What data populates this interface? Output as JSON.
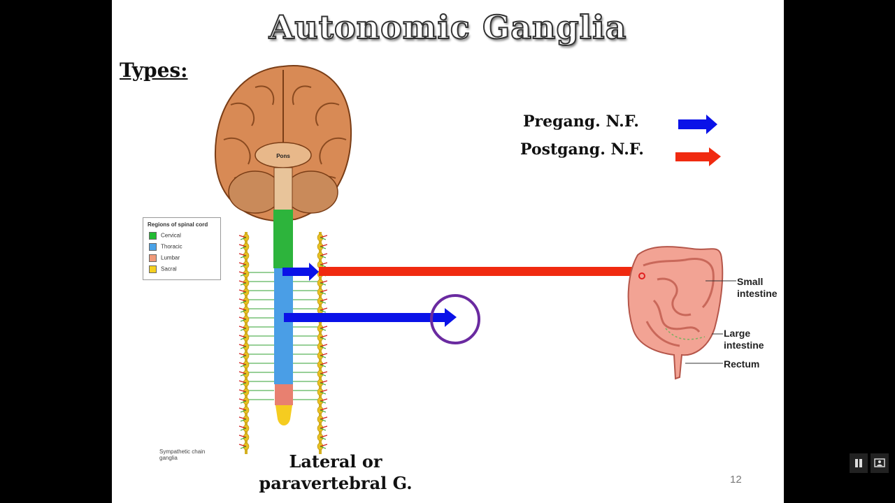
{
  "slide": {
    "title": "Autonomic Ganglia",
    "types_label": "Types:",
    "legend": {
      "preganglionic": {
        "label": "Pregang. N.F.",
        "color": "#0a12e8"
      },
      "postganglionic": {
        "label": "Postgang. N.F.",
        "color": "#f02a10"
      }
    },
    "brain_label": "Pons",
    "regions_box": {
      "title": "Regions of spinal cord",
      "items": [
        {
          "label": "Cervical",
          "color": "#22bb33"
        },
        {
          "label": "Thoracic",
          "color": "#4aa3e8"
        },
        {
          "label": "Lumbar",
          "color": "#f09a7a"
        },
        {
          "label": "Sacral",
          "color": "#f5d020"
        }
      ]
    },
    "chain_label_line1": "Sympathetic chain",
    "chain_label_line2": "ganglia",
    "organ_labels": {
      "small_line1": "Small",
      "small_line2": "intestine",
      "large_line1": "Large",
      "large_line2": "intestine",
      "rectum": "Rectum"
    },
    "caption_line1": "Lateral or",
    "caption_line2": "paravertebral  G.",
    "page_number": "12"
  },
  "player_controls": {
    "pause_icon": "pause-icon",
    "screen_icon": "presenter-screen-icon"
  }
}
